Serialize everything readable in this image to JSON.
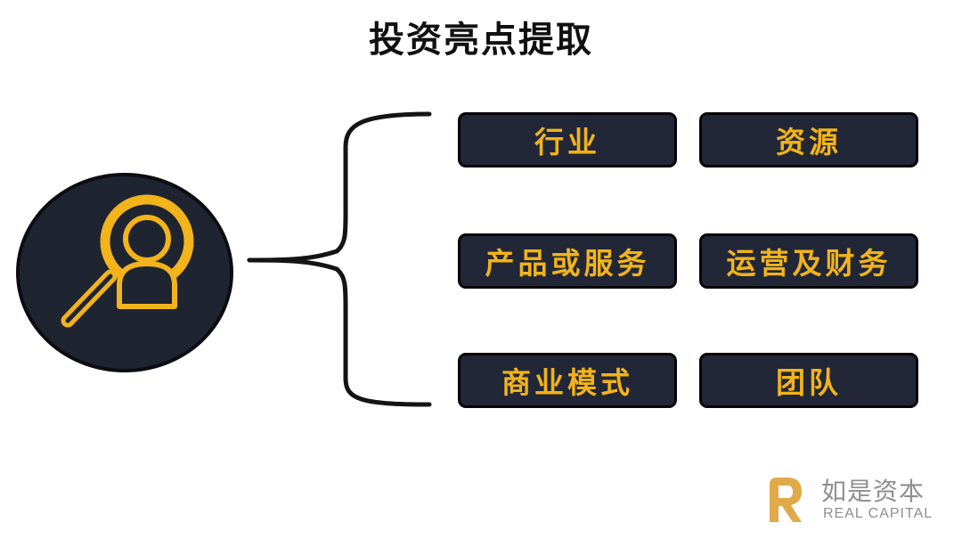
{
  "title": "投资亮点提取",
  "hub": {
    "icon": "magnifier-person-icon",
    "colors": {
      "background": "#1f2431",
      "accent": "#f2b31b"
    }
  },
  "categories": [
    {
      "label": "行业"
    },
    {
      "label": "资源"
    },
    {
      "label": "产品或服务"
    },
    {
      "label": "运营及财务"
    },
    {
      "label": "商业模式"
    },
    {
      "label": "团队"
    }
  ],
  "colors": {
    "box_fill": "#212736",
    "box_text": "#f2b31b",
    "logo_gold": "#e0a94a"
  },
  "logo": {
    "mark_icon": "r-logo-icon",
    "name_cn": "如是资本",
    "name_en": "REAL CAPITAL"
  }
}
